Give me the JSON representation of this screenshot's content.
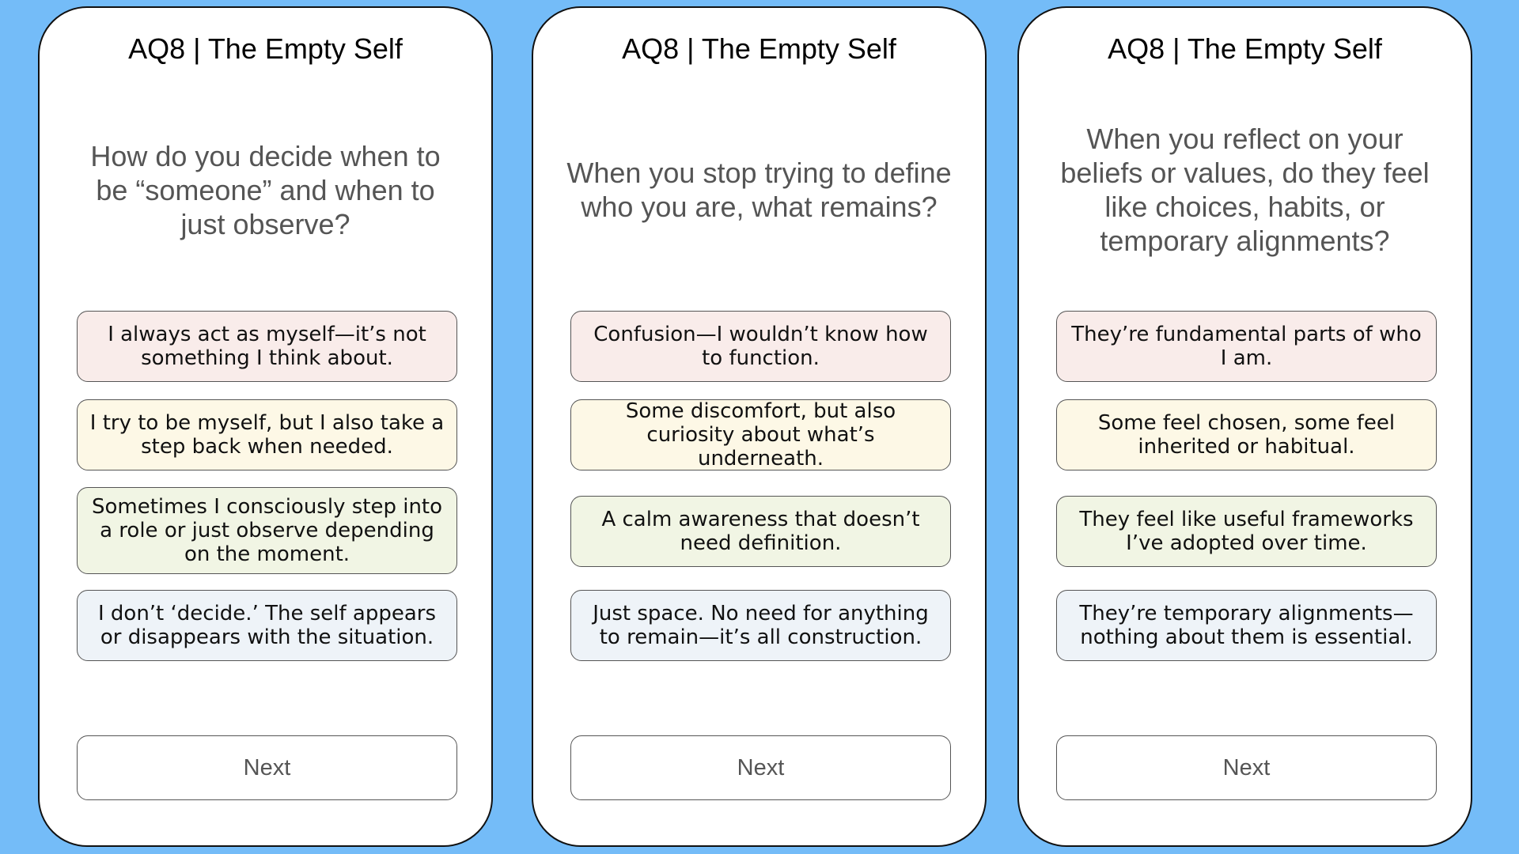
{
  "colors": {
    "background": "#74BCF8",
    "option_1": "#F9ECEA",
    "option_2": "#FDF8E6",
    "option_3": "#F1F5E4",
    "option_4": "#EEF3F8"
  },
  "screens": [
    {
      "title": "AQ8 | The Empty Self",
      "question": "How do you decide when to be “someone” and when to just observe?",
      "options": [
        "I always act as myself—it’s not something I think about.",
        "I try to be myself, but I also take a step back when needed.",
        "Sometimes I consciously step into a role or just observe depending on the moment.",
        "I don’t ‘decide.’ The self appears or disappears with the situation."
      ],
      "next_label": "Next"
    },
    {
      "title": "AQ8 | The Empty Self",
      "question": "When you stop trying to define who you are, what remains?",
      "options": [
        "Confusion—I wouldn’t know how to function.",
        "Some discomfort, but also curiosity about what’s underneath.",
        "A calm awareness that doesn’t need definition.",
        "Just space. No need for anything to remain—it’s all construction."
      ],
      "next_label": "Next"
    },
    {
      "title": "AQ8 | The Empty Self",
      "question": "When you reflect on your beliefs or values, do they feel like choices, habits, or temporary alignments?",
      "options": [
        "They’re fundamental parts of who I am.",
        "Some feel chosen, some feel inherited or habitual.",
        "They feel like useful frameworks I’ve adopted over time.",
        "They’re temporary alignments—nothing about them is essential."
      ],
      "next_label": "Next"
    }
  ]
}
